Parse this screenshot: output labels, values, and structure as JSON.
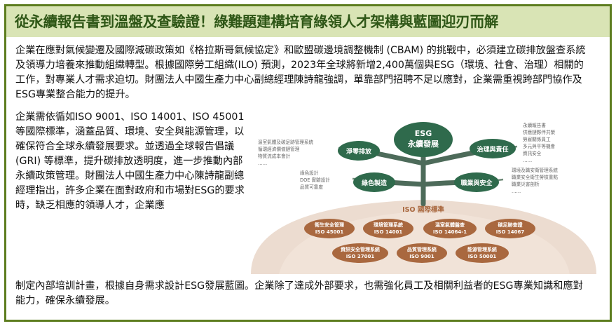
{
  "title": "從永續報告書到溫盤及查驗證！綠難題建構培育綠領人才架構與藍圖迎刃而解",
  "paragraphs": {
    "top": "企業在應對氣候變遷及國際減碳政策如《格拉斯哥氣候協定》和歐盟碳邊境調整機制 (CBAM) 的挑戰中，必須建立碳排放盤查系統及領導力培養來推動組織轉型。根據國際勞工組織(ILO) 預測，2023年全球將新增2,400萬個與ESG（環境、社會、治理）相關的工作，對專業人才需求迫切。財團法人中國生產力中心副總經理陳詩龍強調，單靠部門招聘不足以應對，企業需重視跨部門協作及ESG專業整合能力的提升。",
    "left": "企業需依循如ISO 9001、ISO 14001、ISO 45001等國際標準，涵蓋品質、環境、安全與能源管理，以確保符合全球永續發展要求。並透過全球報告倡議 (GRI) 等標準，提升碳排放透明度，進一步推動內部永續政策管理。財團法人中國生產力中心陳詩龍副總經理指出，許多企業在面對政府和市場對ESG的要求時，缺乏相應的領導人才，企業應",
    "bottom": "制定內部培訓計畫，根據自身需求設計ESG發展藍圖。企業除了達成外部要求，也需強化員工及相關利益者的ESG專業知識和應對能力，確保永續發展。"
  },
  "figure": {
    "center_line1": "ESG",
    "center_line2": "永續發展",
    "branches": {
      "net_zero": "淨零排放",
      "governance": "治理與責任",
      "green_mfg": "綠色製造",
      "safety": "職業與安全"
    },
    "notes": {
      "top_left": [
        "溫室氣體及碳足跡管理系統",
        "循環經濟價值鏈管理",
        "物質流成本會計",
        "……"
      ],
      "mid_left": [
        "綠色設計",
        "DOE 實驗設計",
        "品質可靠度"
      ],
      "top_right": [
        "永續報告書",
        "供應鏈夥伴共榮",
        "勞雇關係員工",
        "多元與平等機會",
        "資訊安全",
        "……"
      ],
      "mid_right": [
        "環境及職安衛管理系統",
        "職業安全衛生勞檢重點",
        "職業災害剖析",
        "……"
      ]
    },
    "iso_label": "ISO 國際標準",
    "iso_standards": [
      {
        "name": "衛生安全管理",
        "code": "ISO 45001"
      },
      {
        "name": "環境管理系統",
        "code": "ISO 14001"
      },
      {
        "name": "溫室氣體盤查",
        "code": "ISO 14064-1"
      },
      {
        "name": "碳足跡查證",
        "code": "ISO 14067"
      },
      {
        "name": "資訊安全管理系統",
        "code": "ISO 27001"
      },
      {
        "name": "品質管理系統",
        "code": "ISO 9001"
      },
      {
        "name": "能源管理系統",
        "code": "ISO 50001"
      }
    ],
    "colors": {
      "title_bg": "#d9e4b5",
      "title_text": "#2e5616",
      "border": "#5d7d1f",
      "branch_green": "#2f6a4c",
      "dome": "#ecdcd0",
      "iso_badge": "#a9683f"
    }
  }
}
